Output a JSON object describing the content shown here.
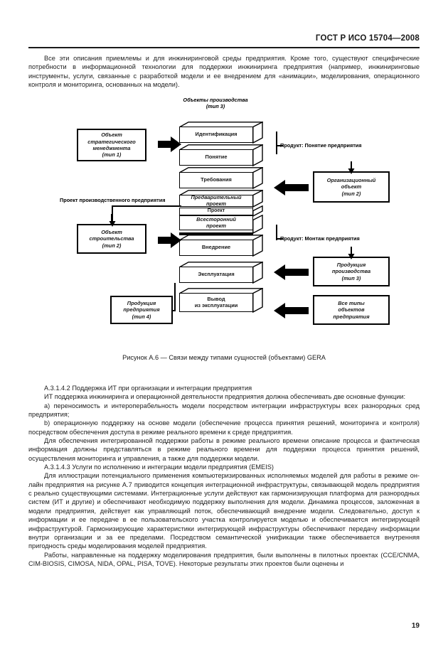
{
  "header": {
    "standard": "ГОСТ Р ИСО 15704—2008"
  },
  "page_number": "19",
  "intro": {
    "paragraph": "Все эти описания приемлемы и для инжиниринговой среды предприятия. Кроме того, существуют специфические потребности в информационной технологии для поддержки инжиниринга предприятия (например, инжиниринговые инструменты, услуги, связанные с разработкой модели и ее внедрением для «анимации», моделирования, операционного контроля и мониторинга, основанных на модели)."
  },
  "figure": {
    "caption": "Рисунок А.6 — Связи между типами сущностей (объектами) GERA",
    "top_label": "Объекты производства\n(тип 3)",
    "stack": [
      {
        "text": "Идентификация",
        "italic": false
      },
      {
        "text": "Понятие",
        "italic": false
      },
      {
        "text": "Требования",
        "italic": false
      },
      {
        "text": "Предварительный\nпроект",
        "italic": true
      },
      {
        "text": "Проект",
        "italic": false
      },
      {
        "text": "Всесторонний\nпроект",
        "italic": true
      },
      {
        "text": "Внедрение",
        "italic": false
      },
      {
        "text": "Эксплуатация",
        "italic": false
      },
      {
        "text": "Вывод\nиз эксплуатации",
        "italic": false
      }
    ],
    "left_nodes": [
      {
        "id": "strategic",
        "text": "Объект\nстратегического\nменеджмента\n(тип 1)"
      },
      {
        "id": "construction",
        "text": "Объект\nстроительства\n(тип 2)"
      },
      {
        "id": "products",
        "text": "Продукция\nпредприятия\n(тип 4)"
      }
    ],
    "right_nodes": [
      {
        "id": "organizational",
        "text": "Организационный\nобъект\n(тип 2)"
      },
      {
        "id": "production",
        "text": "Продукция\nпроизводства\n(тип 3)"
      },
      {
        "id": "all-types",
        "text": "Все типы\nобъектов\nпредприятия"
      }
    ],
    "edge_labels": [
      {
        "id": "product-concept",
        "text": "Продукт: Понятие предприятия"
      },
      {
        "id": "product-assembly",
        "text": "Продукт: Монтаж предприятия"
      },
      {
        "id": "project-plant",
        "text": "Проект производственного предприятия"
      }
    ]
  },
  "sections": [
    {
      "id": "a31422",
      "heading": "А.3.1.4.2 Поддержка ИТ при организации и интеграции предприятия",
      "paragraphs": [
        "ИТ поддержка инжиниринга и операционной деятельности предприятия должна обеспечивать две основные функции:",
        "а) переносимость и интероперабельность модели  посредством  интеграции инфраструктуры всех разнородных сред предприятия;",
        "b) операционную поддержку на основе модели (обеспечение процесса принятия решений, мониторинга и контроля) посредством обеспечения доступа в режиме реального времени к среде предприятия.",
        "Для обеспечения интегрированной поддержки работы в режиме реального времени описание процесса и фактическая информация должны представляться в режиме реального времени для поддержки процесса принятия решений, осуществления мониторинга и управления, а также для поддержки модели."
      ]
    },
    {
      "id": "a3143",
      "heading": "А.3.1.4.3 Услуги по исполнению и интеграции модели предприятия (EMEIS)",
      "paragraphs": [
        "Для иллюстрации потенциального применения компьютеризированных исполняемых моделей для работы в режиме он-лайн предприятия на рисунке А.7 приводится концепция интеграционной инфраструктуры, связывающей модель предприятия с реально существующими системами. Интеграционные услуги действуют как гармонизирующая платформа для  разнородных систем (ИТ и другие) и обеспечивают необходимую поддержку выполнения для модели. Динамика процессов, заложенная в модели предприятия, действует как управляющий поток, обеспечивающий внедрение модели. Следовательно, доступ к информации и ее передаче в ее пользовательского участка контролируется моделью и обеспечивается интегрирующей инфраструктурой. Гармонизирующие характеристики интегрирующей инфраструктуры обеспечивают передачу информации внутри организации и за ее пределами. Посредством семантической унификации также обеспечивается внутренняя пригодность среды моделирования моделей предприятия.",
        "Работы, направленные на поддержку моделирования предприятия, были выполнены в пилотных проектах (CCE/CNMA, CIM-BIOSIS, CIMOSA, NIDA, OPAL, PISA, TOVE). Некоторые результаты этих проектов были оценены и"
      ]
    }
  ]
}
